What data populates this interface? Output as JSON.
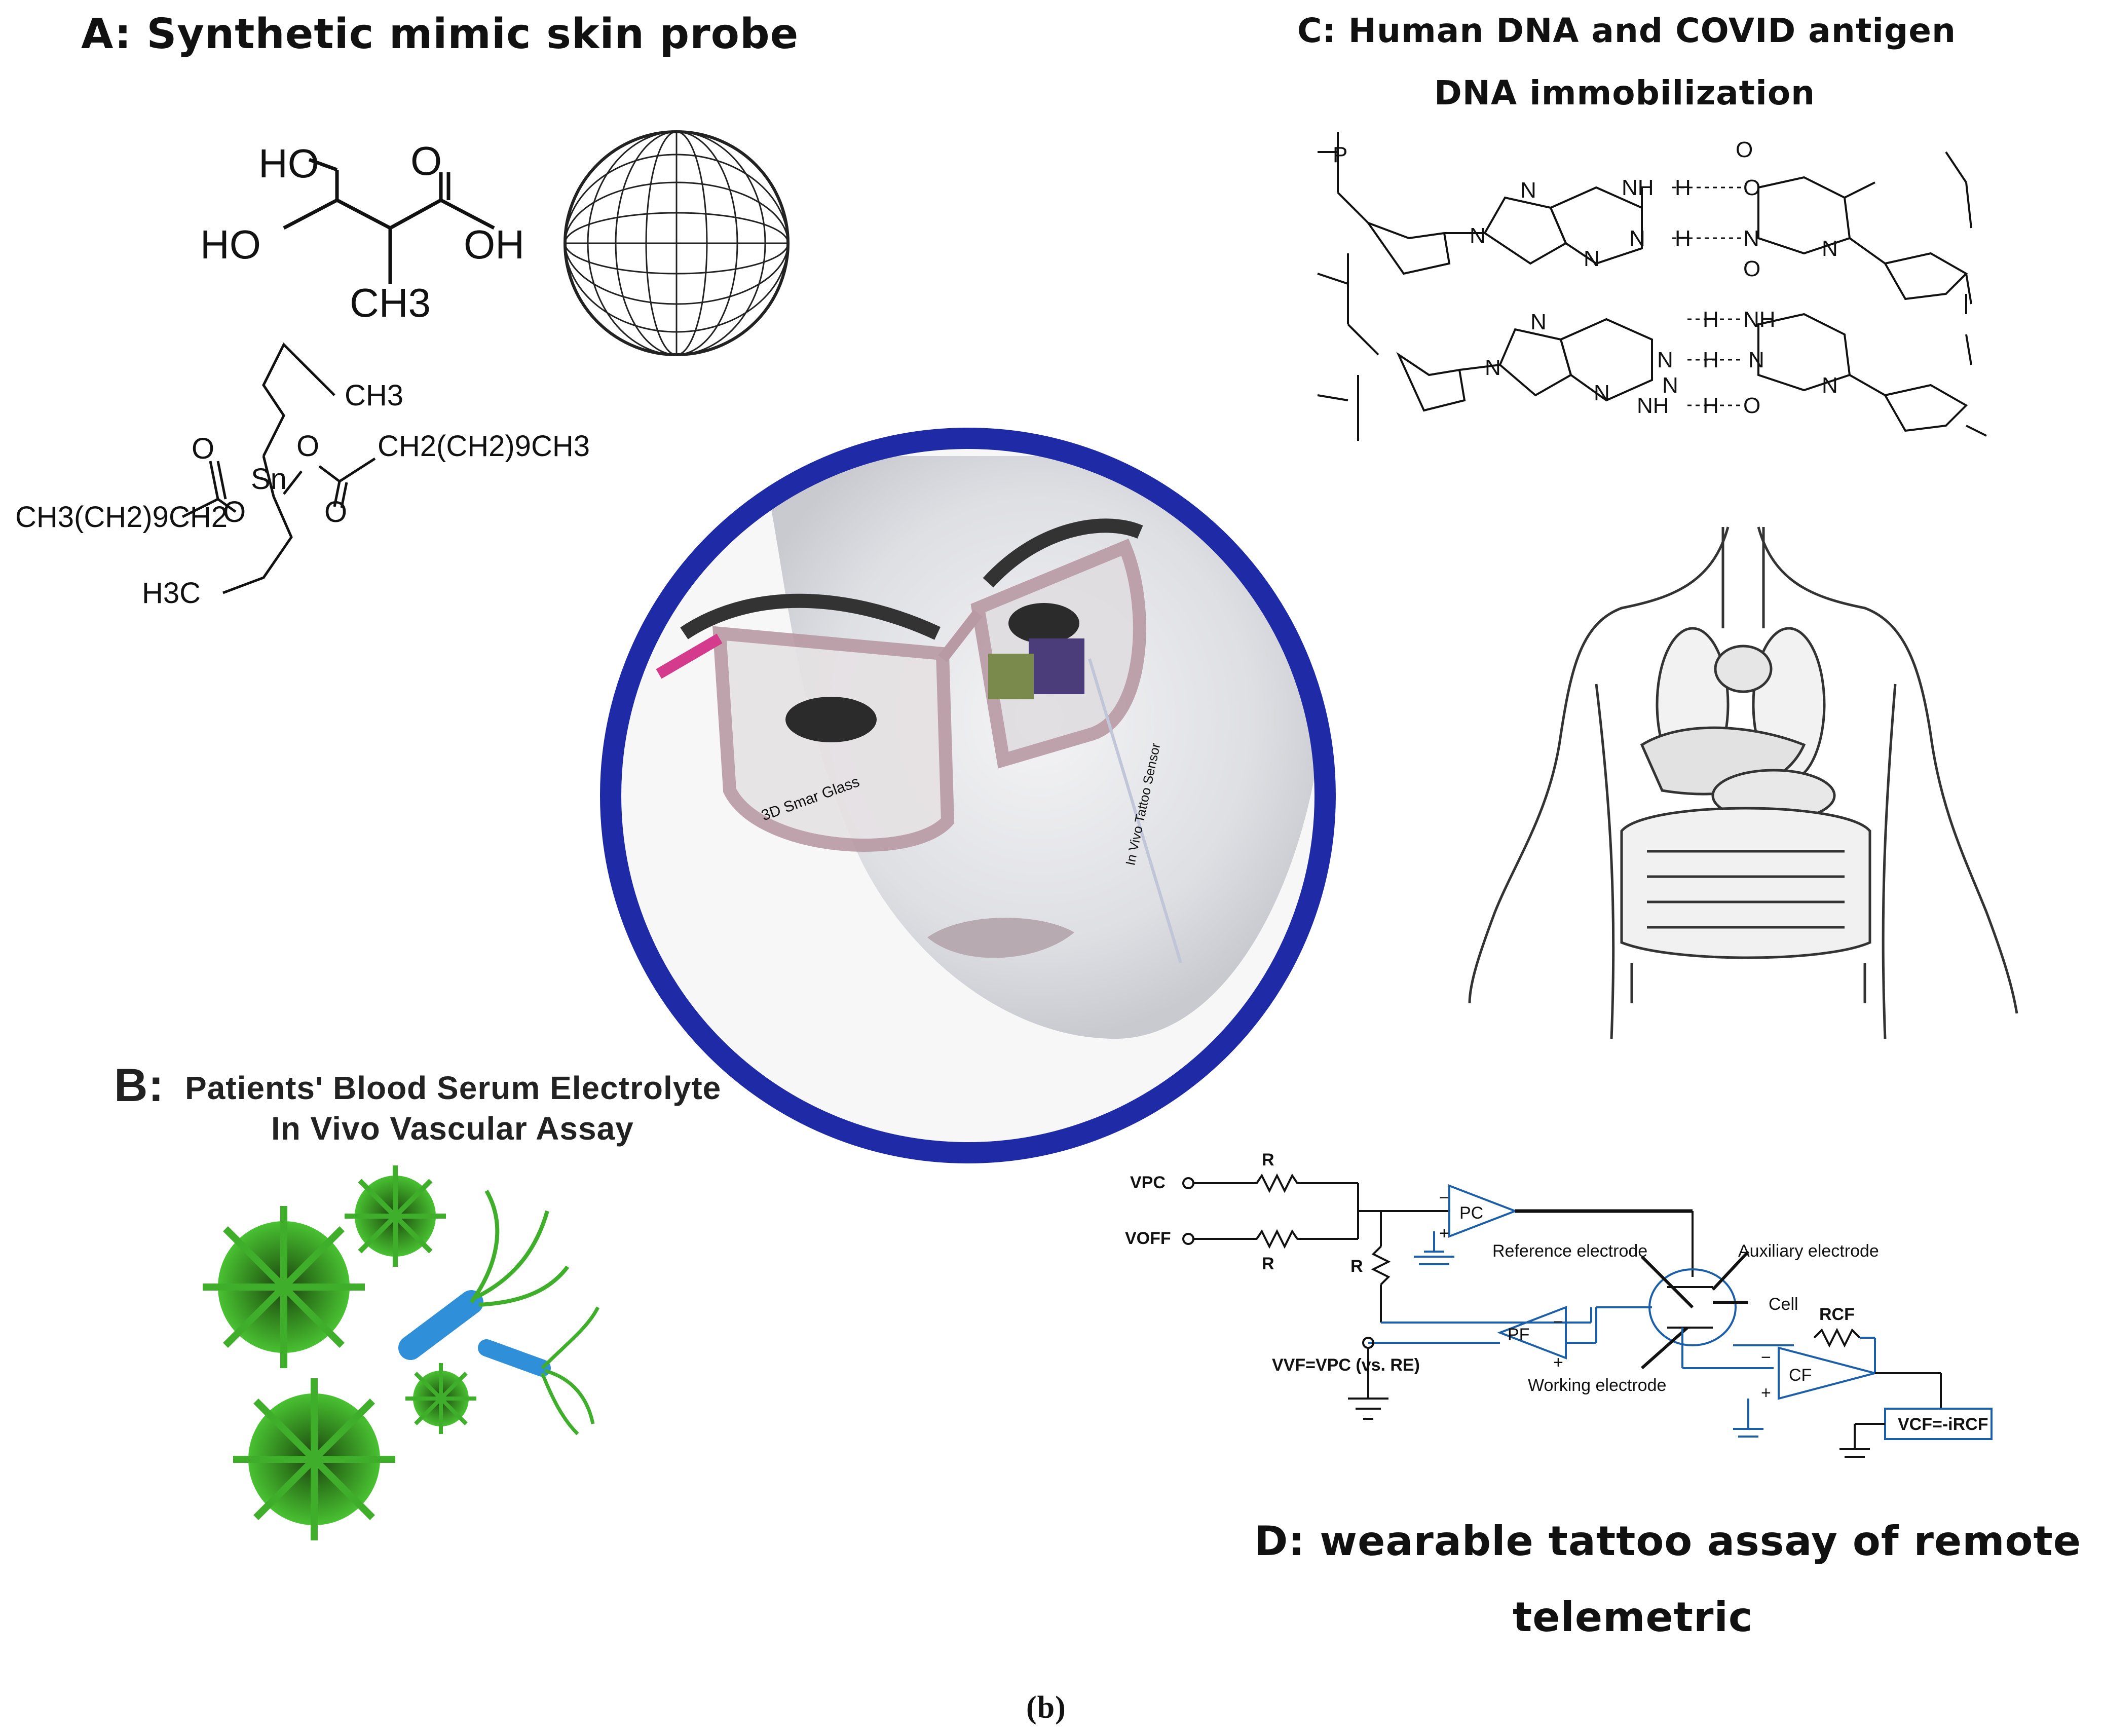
{
  "panels": {
    "a": {
      "title": "A: Synthetic mimic skin probe"
    },
    "b": {
      "letter": "B:",
      "line1": "Patients' Blood Serum Electrolyte",
      "line2": "In Vivo Vascular Assay"
    },
    "c": {
      "line1": "C: Human DNA and COVID antigen",
      "line2": "DNA immobilization"
    },
    "d": {
      "line1": "D: wearable tattoo assay of remote",
      "line2": "telemetric"
    }
  },
  "caption": "(b)",
  "molecule_dmpa": {
    "oh_top": "HO",
    "oh_left": "HO",
    "oh_right": "OH",
    "o_top": "O",
    "methyl": "CH3"
  },
  "molecule_tin": {
    "ch3_top": "CH3",
    "o1": "O",
    "o2": "O",
    "o3": "O",
    "o4": "O",
    "sn": "Sn",
    "chain_right": "CH2(CH2)9CH3",
    "chain_left": "CH3(CH2)9CH2",
    "h3c": "H3C"
  },
  "dna_labels": {
    "nh1": "NH",
    "h1": "H",
    "o1": "O",
    "n1": "N",
    "h2": "H",
    "n2": "N",
    "n3": "N",
    "o2": "O",
    "h3": "H",
    "nh2": "NH",
    "n4": "N",
    "n5": "N",
    "h4": "H",
    "n6": "N",
    "nh3": "NH",
    "h5": "H",
    "o3": "O",
    "n7": "N",
    "n8": "N",
    "n9": "N",
    "n10": "N",
    "o4": "O",
    "n11": "N",
    "n12": "N",
    "n13": "N",
    "p": "P"
  },
  "glasses_labels": {
    "lens": "3D Smar Glass",
    "tattoo": "In Vivo Tattoo Sensor"
  },
  "circuit": {
    "vpc": "VPC",
    "voff": "VOFF",
    "r1": "R",
    "r2": "R",
    "r3": "R",
    "pc": "PC",
    "pf": "PF",
    "cf": "CF",
    "rcf": "RCF",
    "reference": "Reference electrode",
    "auxiliary": "Auxiliary electrode",
    "cell": "Cell",
    "working": "Working electrode",
    "vvf": "VVF=VPC (vs. RE)",
    "vcf": "VCF=-iRCF",
    "minus": "−",
    "plus": "+"
  },
  "colors": {
    "ring": "#1f2aa6",
    "virus": "#3fae2a",
    "bacteria": "#2f8fd8",
    "circuit": "#1c5fa8"
  }
}
